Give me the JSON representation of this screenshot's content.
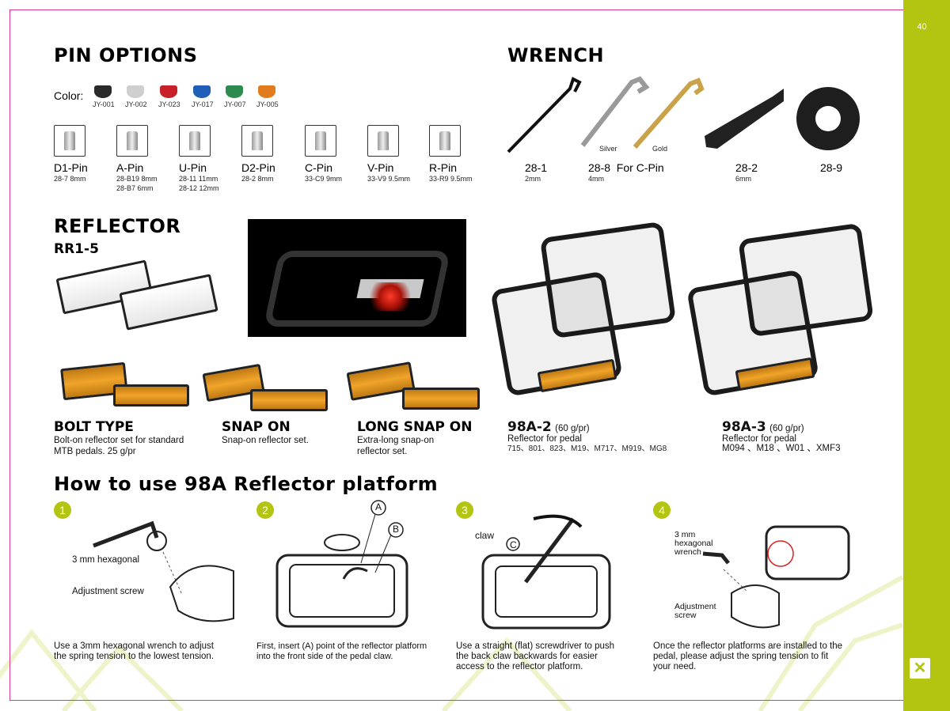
{
  "page_number": "40",
  "pin_options": {
    "title": "PIN OPTIONS",
    "color_label": "Color:",
    "colors": [
      {
        "code": "JY-001",
        "hex": "#2a2a2a"
      },
      {
        "code": "JY-002",
        "hex": "#cfcfcf"
      },
      {
        "code": "JY-023",
        "hex": "#c8202b"
      },
      {
        "code": "JY-017",
        "hex": "#1f5fb8"
      },
      {
        "code": "JY-007",
        "hex": "#2e8b4f"
      },
      {
        "code": "JY-005",
        "hex": "#e27a1e"
      }
    ],
    "pins": [
      {
        "name": "D1-Pin",
        "spec": [
          "28-7 8mm"
        ]
      },
      {
        "name": "A-Pin",
        "spec": [
          "28-B19 8mm",
          "28-B7 6mm"
        ]
      },
      {
        "name": "U-Pin",
        "spec": [
          "28-11 11mm",
          "28-12 12mm"
        ]
      },
      {
        "name": "D2-Pin",
        "spec": [
          "28-2 8mm"
        ]
      },
      {
        "name": "C-Pin",
        "spec": [
          "33-C9 9mm"
        ]
      },
      {
        "name": "V-Pin",
        "spec": [
          "33-V9 9.5mm"
        ]
      },
      {
        "name": "R-Pin",
        "spec": [
          "33-R9 9.5mm"
        ]
      }
    ]
  },
  "wrench": {
    "title": "WRENCH",
    "silver_label": "Silver",
    "gold_label": "Gold",
    "items": [
      {
        "code": "28-1",
        "spec": "2mm"
      },
      {
        "code": "28-8  For C-Pin",
        "spec": "4mm"
      },
      {
        "code": "28-2",
        "spec": "6mm"
      },
      {
        "code": "28-9",
        "spec": ""
      }
    ]
  },
  "reflector": {
    "title": "REFLECTOR",
    "model": "RR1-5",
    "types": [
      {
        "title": "BOLT TYPE",
        "desc": [
          "Bolt-on reflector set for standard",
          "MTB pedals. 25 g/pr"
        ]
      },
      {
        "title": "SNAP ON",
        "desc": [
          "Snap-on reflector set."
        ]
      },
      {
        "title": "LONG SNAP ON",
        "desc": [
          "Extra-long snap-on",
          "reflector set."
        ]
      }
    ],
    "platforms": [
      {
        "title": "98A-2",
        "weight": "(60 g/pr)",
        "desc": "Reflector for pedal",
        "models": "715、801、823、M19、M717、M919、MG8"
      },
      {
        "title": "98A-3",
        "weight": "(60 g/pr)",
        "desc": "Reflector for pedal",
        "models": "M094 、M18 、W01 、XMF3"
      }
    ]
  },
  "howto": {
    "title": "How to use 98A Reflector platform",
    "steps": [
      {
        "num": "1",
        "text": [
          "Use a 3mm hexagonal wrench to adjust",
          "the spring tension to the lowest tension."
        ],
        "labels": [
          "3 mm hexagonal",
          "Adjustment screw"
        ]
      },
      {
        "num": "2",
        "text": [
          "First, insert (A) point of the reflector platform",
          "into the front side of the pedal claw."
        ],
        "labels": [
          "A",
          "B"
        ]
      },
      {
        "num": "3",
        "text": [
          "Use a straight (flat) screwdriver to push",
          "the back claw backwards for easier",
          "access to the reflector platform."
        ],
        "labels": [
          "claw",
          "C"
        ]
      },
      {
        "num": "4",
        "text": [
          "Once the reflector platforms are installed to the",
          "pedal, please adjust the spring tension to fit",
          "your need."
        ],
        "labels": [
          "3 mm",
          "hexagonal",
          "wrench",
          "Adjustment",
          "screw"
        ]
      }
    ]
  },
  "colors": {
    "accent": "#b3c511",
    "frame": "#d63a8c"
  }
}
